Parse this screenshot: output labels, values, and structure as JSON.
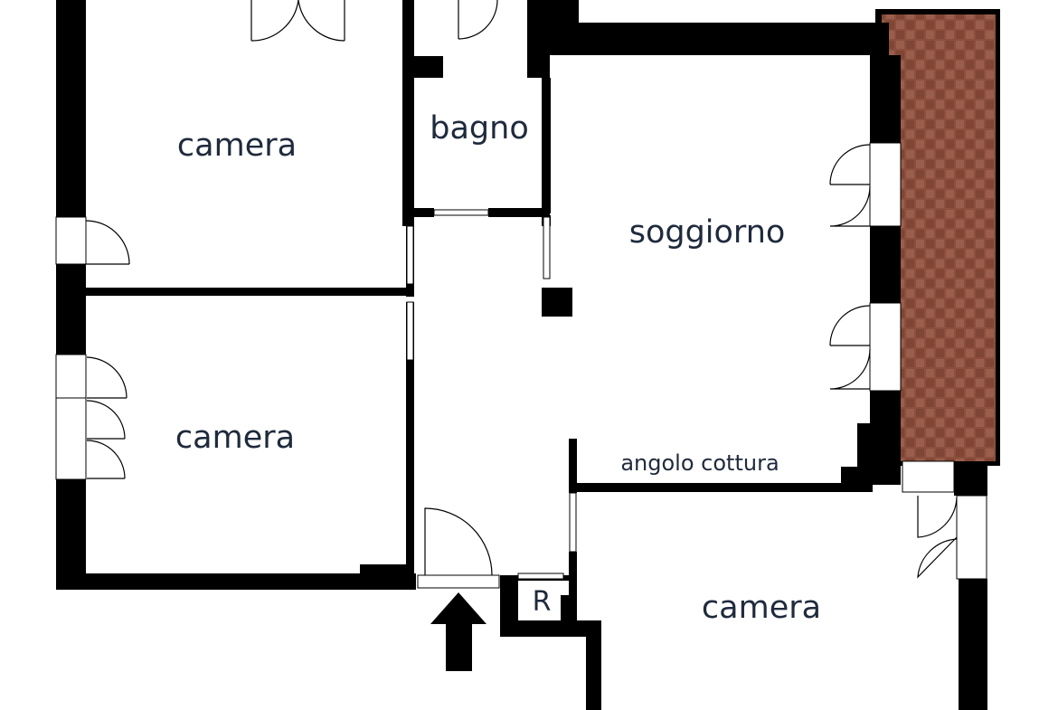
{
  "rooms": {
    "camera_top_left": "camera",
    "bagno": "bagno",
    "soggiorno": "soggiorno",
    "camera_mid_left": "camera",
    "angolo_cottura": "angolo cottura",
    "camera_bottom_right": "camera",
    "ripostiglio": "R"
  },
  "icons": {
    "entrance": "entrance-arrow-icon"
  },
  "colors": {
    "walls": "#000000",
    "labels": "#1f2a3c",
    "terrace": "#8a4b3a"
  }
}
